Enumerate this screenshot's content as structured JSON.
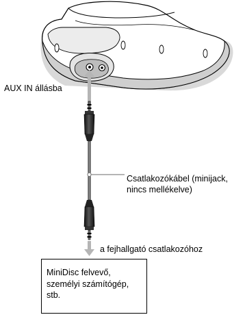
{
  "labels": {
    "aux_in": "AUX IN állásba",
    "cable_line1": "Csatlakozókábel (minijack,",
    "cable_line2": "nincs mellékelve)",
    "headphone": "a fejhallgató csatlakozóhoz",
    "device_line1": "MiniDisc felvevő,",
    "device_line2": "személyi számítógép,",
    "device_line3": "stb."
  }
}
